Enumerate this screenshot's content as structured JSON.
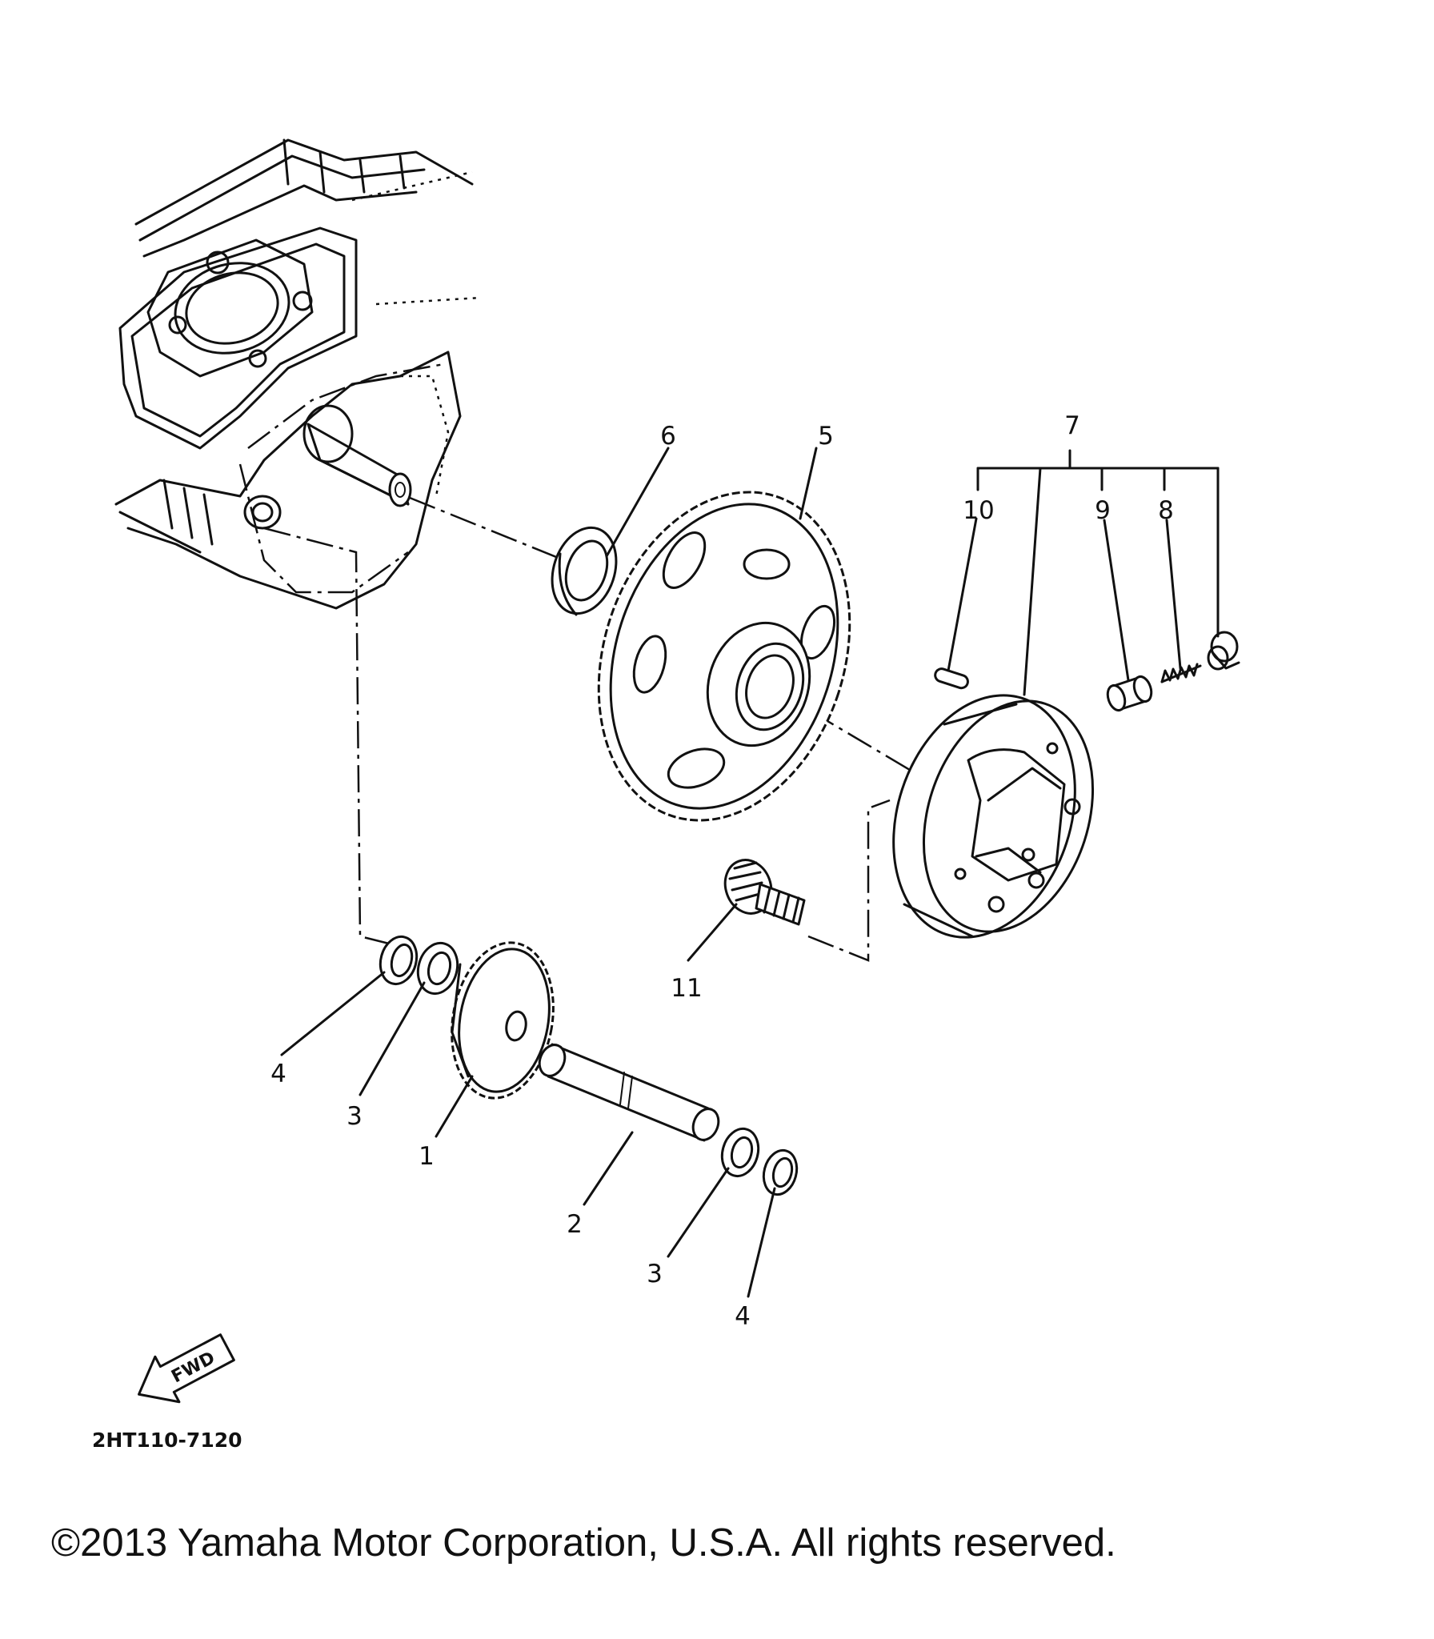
{
  "diagram": {
    "callouts": {
      "c1": "1",
      "c2": "2",
      "c3a": "3",
      "c3b": "3",
      "c4a": "4",
      "c4b": "4",
      "c5": "5",
      "c6": "6",
      "c7": "7",
      "c8": "8",
      "c9": "9",
      "c10": "10",
      "c11": "11"
    },
    "fwd_label": "FWD",
    "part_code": "2HT110-7120"
  },
  "copyright": "©2013 Yamaha Motor Corporation, U.S.A. All rights reserved."
}
